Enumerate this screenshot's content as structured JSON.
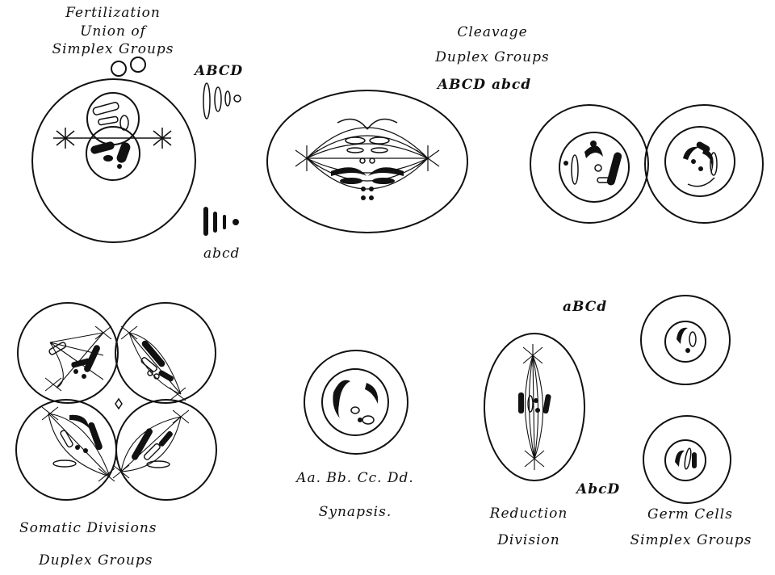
{
  "labels": {
    "fertilization": [
      "Fertilization",
      "Union of",
      "Simplex Groups"
    ],
    "upper_gene_set": "ABCD",
    "lower_gene_set": "abcd",
    "cleavage": [
      "Cleavage",
      "Duplex Groups",
      "ABCD abcd"
    ],
    "somatic": [
      "Somatic  Divisions",
      "Duplex  Groups"
    ],
    "synapsis": [
      "Aa. Bb. Cc. Dd.",
      "Synapsis."
    ],
    "reduction": [
      "Reduction",
      "Division"
    ],
    "reduction_upper_set": "aBCd",
    "reduction_lower_set": "AbcD",
    "germ_cells": [
      "Germ  Cells",
      "Simplex  Groups"
    ]
  },
  "colors": {
    "ink": "#111111",
    "paper": "#ffffff"
  }
}
